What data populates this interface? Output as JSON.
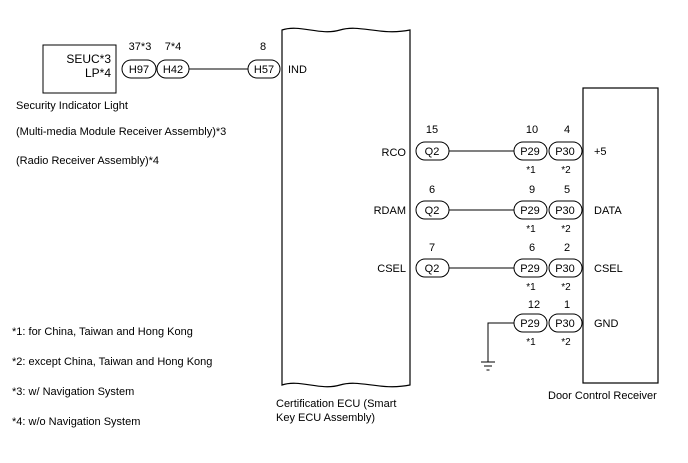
{
  "security_light": {
    "line1": "SEUC*3",
    "line2": "LP*4",
    "caption": "Security Indicator Light",
    "note1": "(Multi-media Module Receiver Assembly)*3",
    "note2": "(Radio Receiver Assembly)*4"
  },
  "top_connectors": {
    "h97": {
      "label": "H97",
      "pin": "37*3"
    },
    "h42": {
      "label": "H42",
      "pin": "7*4"
    },
    "h57": {
      "label": "H57",
      "pin": "8"
    },
    "ind_label": "IND"
  },
  "ecu": {
    "caption_line1": "Certification ECU (Smart",
    "caption_line2": "Key ECU Assembly)"
  },
  "receiver": {
    "caption": "Door Control Receiver"
  },
  "rows": [
    {
      "ecu_terminal": "RCO",
      "q2_pin": "15",
      "q2_label": "Q2",
      "p29_pin": "10",
      "p29_label": "P29",
      "p29_note": "*1",
      "p30_pin": "4",
      "p30_label": "P30",
      "p30_note": "*2",
      "receiver_terminal": "+5"
    },
    {
      "ecu_terminal": "RDAM",
      "q2_pin": "6",
      "q2_label": "Q2",
      "p29_pin": "9",
      "p29_label": "P29",
      "p29_note": "*1",
      "p30_pin": "5",
      "p30_label": "P30",
      "p30_note": "*2",
      "receiver_terminal": "DATA"
    },
    {
      "ecu_terminal": "CSEL",
      "q2_pin": "7",
      "q2_label": "Q2",
      "p29_pin": "6",
      "p29_label": "P29",
      "p29_note": "*1",
      "p30_pin": "2",
      "p30_label": "P30",
      "p30_note": "*2",
      "receiver_terminal": "CSEL"
    },
    {
      "p29_pin": "12",
      "p29_label": "P29",
      "p29_note": "*1",
      "p30_pin": "1",
      "p30_label": "P30",
      "p30_note": "*2",
      "receiver_terminal": "GND"
    }
  ],
  "legend": [
    "*1: for China, Taiwan and Hong Kong",
    "*2: except China, Taiwan and Hong Kong",
    "*3: w/ Navigation System",
    "*4: w/o Navigation System"
  ]
}
